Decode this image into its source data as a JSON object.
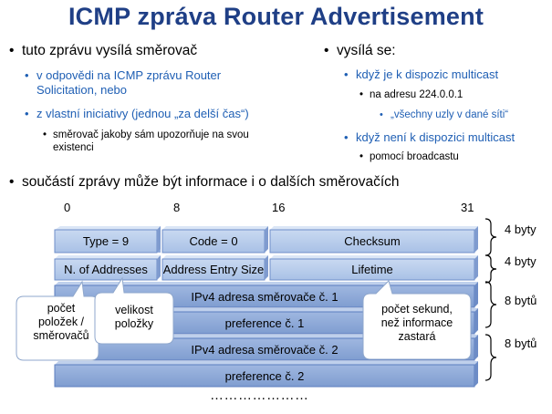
{
  "title": "ICMP zpráva Router Advertisement",
  "left_column": {
    "item1": "tuto zprávu vysílá směrovač",
    "sub1_line1": "v odpovědi na ICMP zprávu Router",
    "sub1_line2": "Solicitation, nebo",
    "sub2": "z vlastní iniciativy (jednou „za delší čas“)",
    "subsub_line1": "směrovač jakoby sám upozorňuje na svou",
    "subsub_line2": "existenci"
  },
  "right_column": {
    "item1": "vysílá se:",
    "sub1": "když je k dispozic multicast",
    "sub1_a": "na adresu 224.0.0.1",
    "sub1_a_i": "„všechny uzly v dané síti“",
    "sub2": "když není k dispozici multicast",
    "sub2_a": "pomocí broadcastu"
  },
  "bottom_bullet": "součástí zprávy může být informace i o dalších směrovačích",
  "bit_labels": {
    "b0": "0",
    "b8": "8",
    "b16": "16",
    "b31": "31"
  },
  "fields": {
    "type": "Type = 9",
    "code": "Code = 0",
    "checksum": "Checksum",
    "num_addresses": "N. of Addresses",
    "entry_size": "Address Entry Size",
    "lifetime": "Lifetime",
    "ipv4_1": "IPv4 adresa směrovače č. 1",
    "pref_1": "preference č. 1",
    "ipv4_2": "IPv4 adresa směrovače č. 2",
    "pref_2": "preference č. 2"
  },
  "brace_labels": {
    "row1": "4 byty",
    "row2": "4 byty",
    "entry1": "8 bytů",
    "entry2": "8 bytů"
  },
  "callouts": {
    "count_line1": "počet",
    "count_line2": "položek /",
    "count_line3": "směrovačů",
    "size_line1": "velikost",
    "size_line2": "položky",
    "lifetime_line1": "počet sekund,",
    "lifetime_line2": "než informace",
    "lifetime_line3": "zastará"
  },
  "continuation": "…………………",
  "colors": {
    "title": "#1f3f86",
    "sub_bullet": "#1f5fb4",
    "field_light": "#b3c9ea",
    "field_dark": "#8ba7d6",
    "field_border": "#5b7dbf"
  }
}
